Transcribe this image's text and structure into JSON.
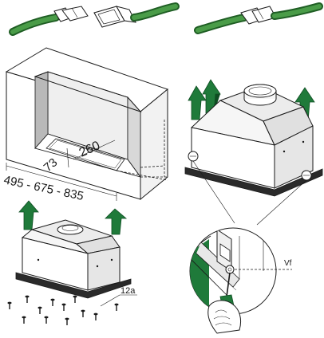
{
  "labels": {
    "dim_depth": "260",
    "dim_offset": "73",
    "dim_widths": "495 - 675 - 835",
    "part_code": "12a",
    "screw_label": "Vf"
  },
  "colors": {
    "cable": "#3c8a3c",
    "cable_dark": "#1f5e24",
    "arrow": "#1f7a3a",
    "arrow_dark": "#0e4d22",
    "line": "#1a1a1a",
    "wall_shade": "#c8c8c8",
    "wall_light": "#ececec",
    "hood_top": "#e9e9e9",
    "hood_side": "#d2d2d2"
  },
  "icons": [
    "connector-plug-icon",
    "upward-arrow-icon",
    "screw-icon",
    "hand-icon"
  ]
}
